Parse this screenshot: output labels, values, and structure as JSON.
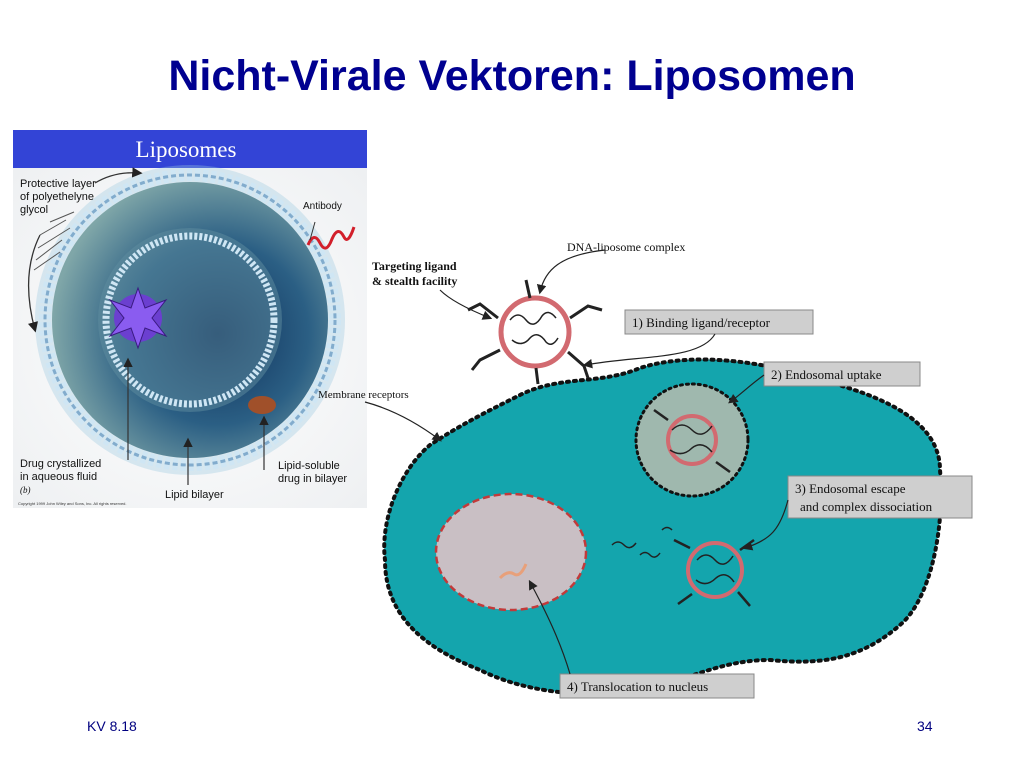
{
  "slide": {
    "title": "Nicht-Virale Vektoren: Liposomen",
    "footer_left": "KV 8.18",
    "footer_right": "34"
  },
  "liposome_figure": {
    "header": "Liposomes",
    "labels": {
      "peg_line1": "Protective layer",
      "peg_line2": "of polyethelyne",
      "peg_line3": "glycol",
      "antibody": "Antibody",
      "drug_line1": "Drug crystallized",
      "drug_line2": "in aqueous fluid",
      "panel_letter": "(b)",
      "lipid_bilayer": "Lipid bilayer",
      "lipid_sol_line1": "Lipid-soluble",
      "lipid_sol_line2": "drug in bilayer",
      "copyright": "Copyright 1999 John Wiley and Sons, Inc. All rights reserved."
    },
    "colors": {
      "header_bg": "#3344d6",
      "header_text": "#ffffff"
    }
  },
  "gene_delivery_figure": {
    "labels": {
      "dna_complex": "DNA-liposome complex",
      "targeting_line1": "Targeting ligand",
      "targeting_line2": "& stealth facility",
      "membrane_receptors": "Membrane receptors"
    },
    "steps": [
      {
        "label": "1) Binding ligand/receptor"
      },
      {
        "label": "2) Endosomal uptake"
      },
      {
        "label_line1": "3) Endosomal escape",
        "label_line2": "and complex dissociation"
      },
      {
        "label": "4) Translocation to nucleus"
      }
    ],
    "colors": {
      "cell": "#14a5ad",
      "nucleus": "#c9bfc4",
      "box": "#cfcfcf",
      "ring": "#d26a70"
    }
  }
}
